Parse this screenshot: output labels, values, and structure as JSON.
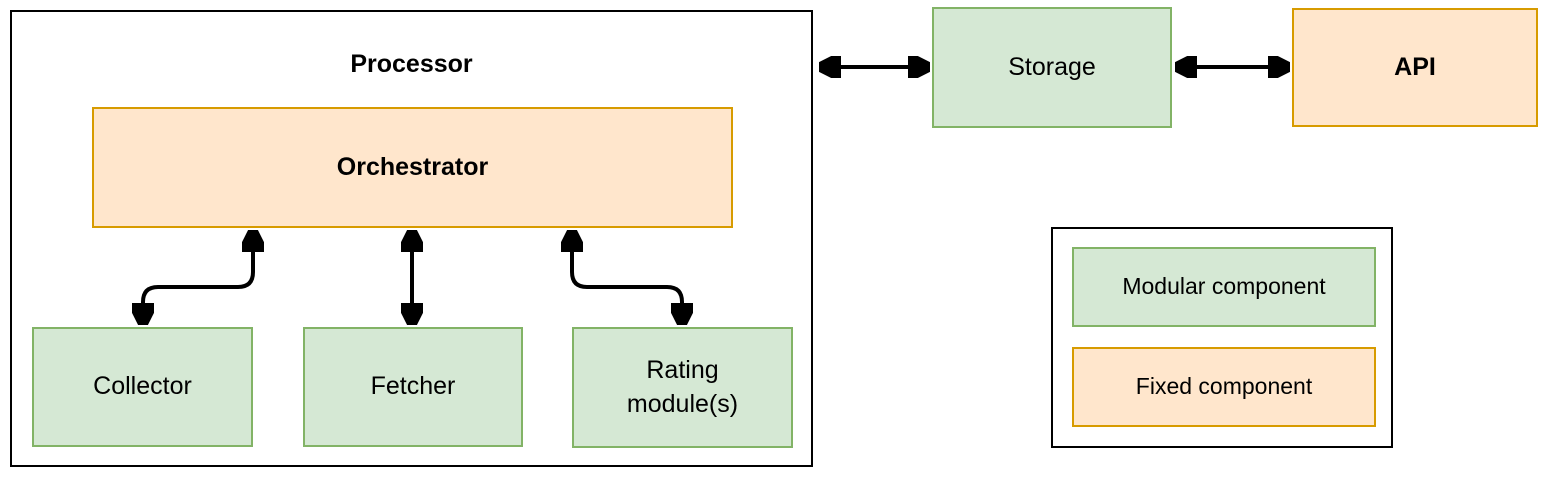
{
  "colors": {
    "modular_fill": "#d5e8d4",
    "modular_stroke": "#82b366",
    "fixed_fill": "#ffe6cc",
    "fixed_stroke": "#d79b00",
    "arrow": "#000000",
    "container_stroke": "#000000",
    "background": "#ffffff",
    "text": "#000000"
  },
  "diagram": {
    "processor": {
      "title": "Processor"
    },
    "orchestrator": {
      "label": "Orchestrator"
    },
    "collector": {
      "label": "Collector"
    },
    "fetcher": {
      "label": "Fetcher"
    },
    "rating_module": {
      "label": "Rating module(s)"
    },
    "storage": {
      "label": "Storage"
    },
    "api": {
      "label": "API"
    },
    "legend": {
      "modular": {
        "label": "Modular component"
      },
      "fixed": {
        "label": "Fixed component"
      }
    }
  }
}
